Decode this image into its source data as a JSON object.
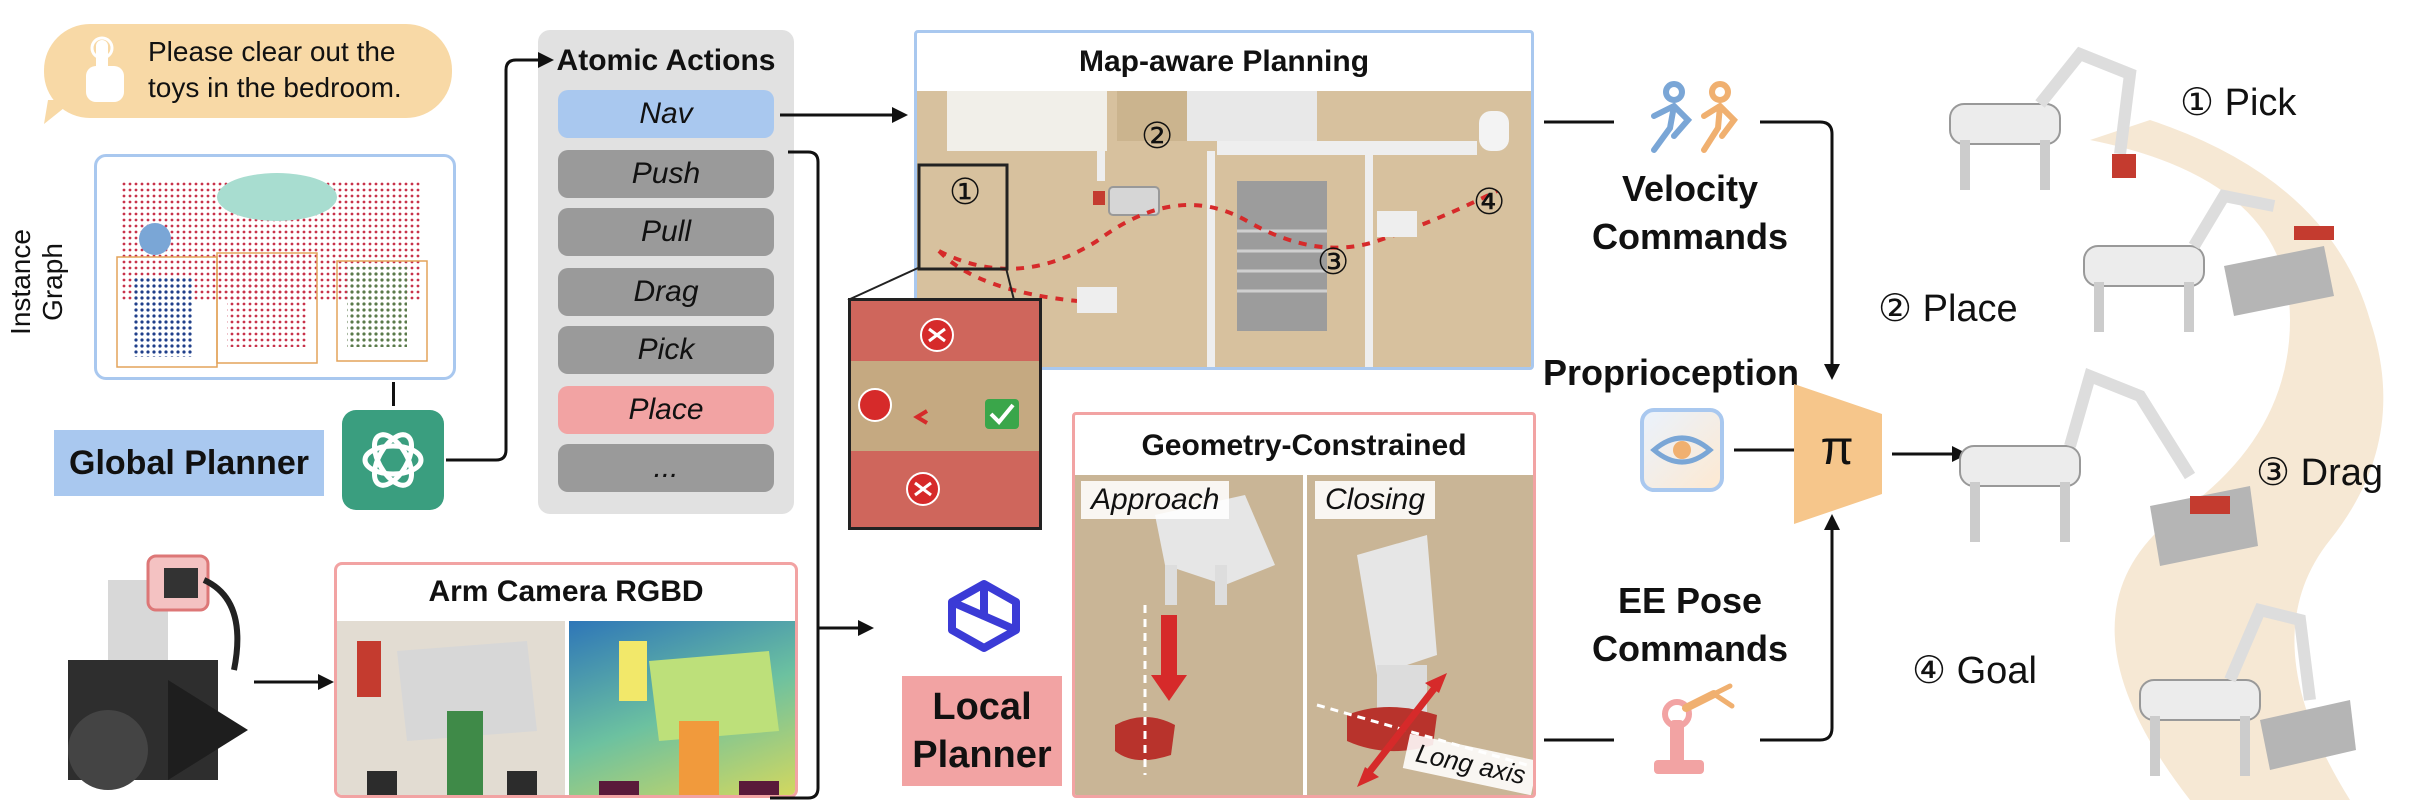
{
  "instruction": {
    "text_line1": "Please clear out the",
    "text_line2": "toys in the bedroom."
  },
  "instance_graph": {
    "label": "Instance Graph"
  },
  "global_planner": {
    "label": "Global Planner"
  },
  "atomic_actions": {
    "title": "Atomic Actions",
    "items": [
      {
        "label": "Nav",
        "state": "highlight-blue"
      },
      {
        "label": "Push",
        "state": "normal"
      },
      {
        "label": "Pull",
        "state": "normal"
      },
      {
        "label": "Drag",
        "state": "normal"
      },
      {
        "label": "Pick",
        "state": "normal"
      },
      {
        "label": "Place",
        "state": "highlight-red"
      },
      {
        "label": "...",
        "state": "normal"
      }
    ]
  },
  "map_planning": {
    "title": "Map-aware Planning",
    "waypoints": [
      "①",
      "②",
      "③",
      "④"
    ]
  },
  "arm_camera": {
    "title": "Arm Camera RGBD"
  },
  "local_planner": {
    "line1": "Local",
    "line2": "Planner"
  },
  "geometry": {
    "title": "Geometry-Constrained",
    "approach": "Approach",
    "closing": "Closing",
    "long_axis": "Long axis"
  },
  "velocity": {
    "line1": "Velocity",
    "line2": "Commands"
  },
  "proprioception": {
    "label": "Proprioception"
  },
  "ee_pose": {
    "line1": "EE Pose",
    "line2": "Commands"
  },
  "policy": {
    "symbol": "π"
  },
  "results": [
    {
      "label": "① Pick"
    },
    {
      "label": "② Place"
    },
    {
      "label": "③ Drag"
    },
    {
      "label": "④ Goal"
    }
  ],
  "colors": {
    "blue_accent": "#a9c8ef",
    "red_accent": "#f2a3a3",
    "orange": "#f8d9a6",
    "policy": "#f6c68b",
    "gpt_green": "#3a9e7f"
  }
}
